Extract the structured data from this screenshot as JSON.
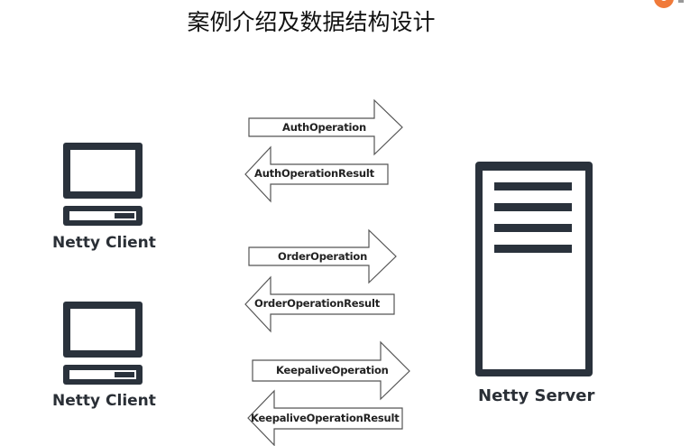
{
  "title": "案例介绍及数据结构设计",
  "clients": [
    {
      "label": "Netty Client",
      "icon": "computer-icon"
    },
    {
      "label": "Netty Client",
      "icon": "computer-icon"
    }
  ],
  "server": {
    "label": "Netty Server",
    "icon": "server-icon"
  },
  "messages": [
    {
      "label": "AuthOperation",
      "direction": "right"
    },
    {
      "label": "AuthOperationResult",
      "direction": "left"
    },
    {
      "label": "OrderOperation",
      "direction": "right"
    },
    {
      "label": "OrderOperationResult",
      "direction": "left"
    },
    {
      "label": "KeepaliveOperation",
      "direction": "right"
    },
    {
      "label": "KeepaliveOperationResult",
      "direction": "left"
    }
  ],
  "colors": {
    "icon": "#2a323c",
    "arrow_stroke": "#555555",
    "logo": "#f07a3a"
  }
}
